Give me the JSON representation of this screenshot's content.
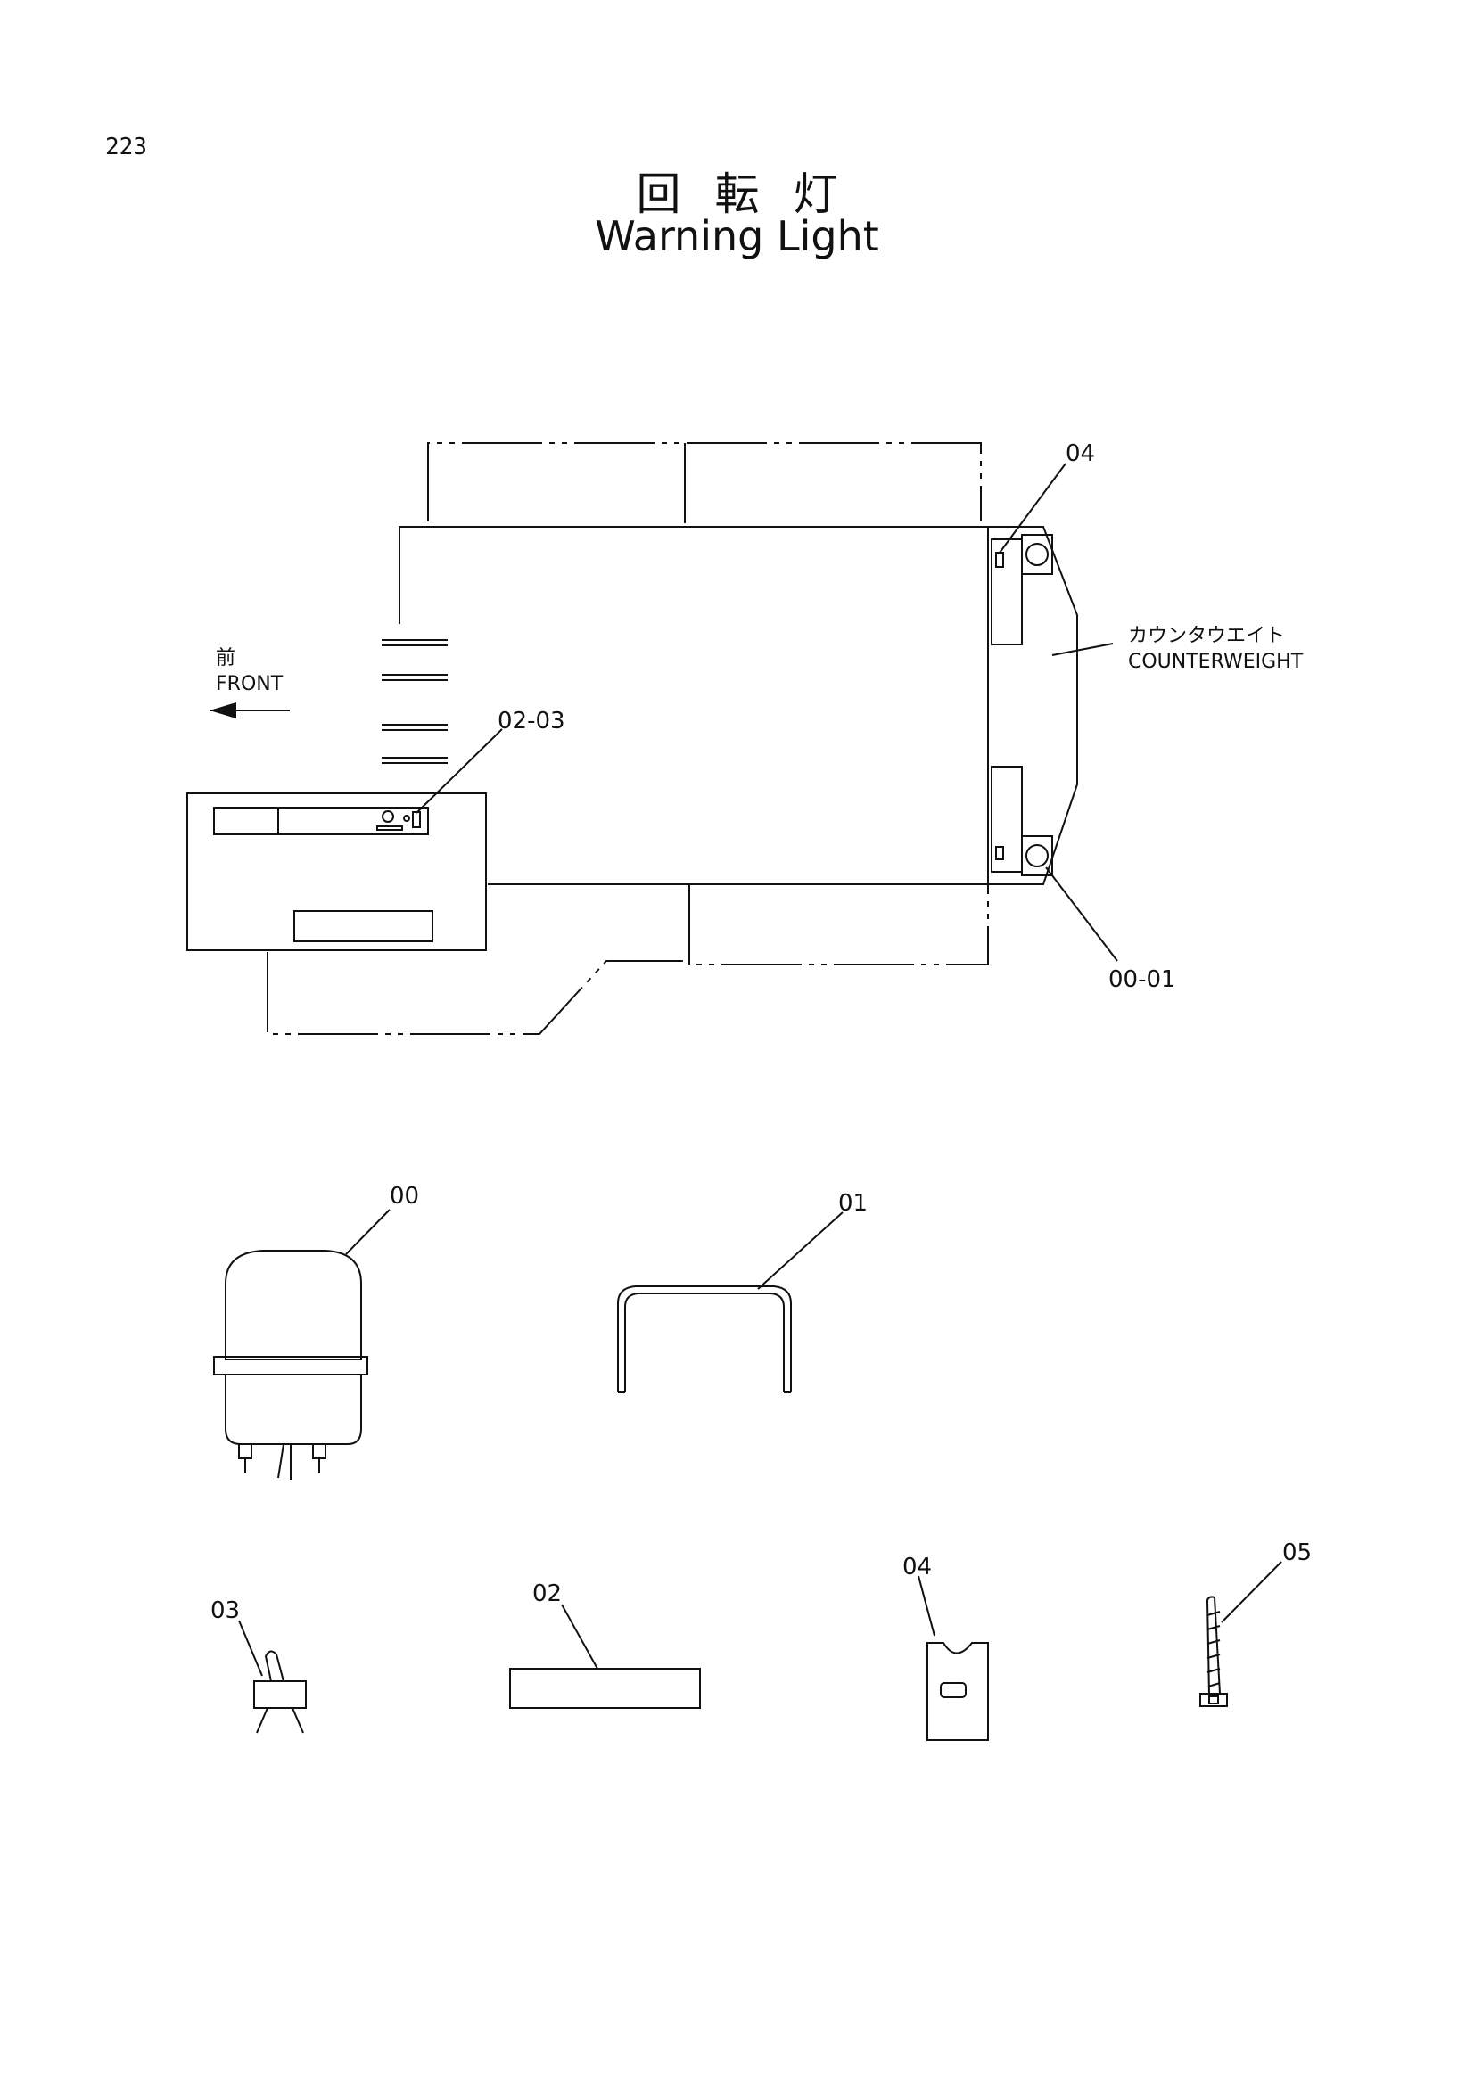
{
  "page_number": "223",
  "title_jp": "回転灯",
  "title_en": "Warning Light",
  "layout_labels": {
    "front_jp": "前",
    "front_en": "FRONT",
    "counterweight_jp": "カウンタウエイト",
    "counterweight_en": "COUNTERWEIGHT",
    "callout_04": "04",
    "callout_02_03": "02-03",
    "callout_00_01": "00-01"
  },
  "parts": [
    {
      "id": "00",
      "label": "00",
      "shape": "rotating-beacon"
    },
    {
      "id": "01",
      "label": "01",
      "shape": "u-bracket"
    },
    {
      "id": "02",
      "label": "02",
      "shape": "label-plate"
    },
    {
      "id": "03",
      "label": "03",
      "shape": "toggle-switch"
    },
    {
      "id": "04",
      "label": "04",
      "shape": "clip"
    },
    {
      "id": "05",
      "label": "05",
      "shape": "cable-tie"
    }
  ]
}
